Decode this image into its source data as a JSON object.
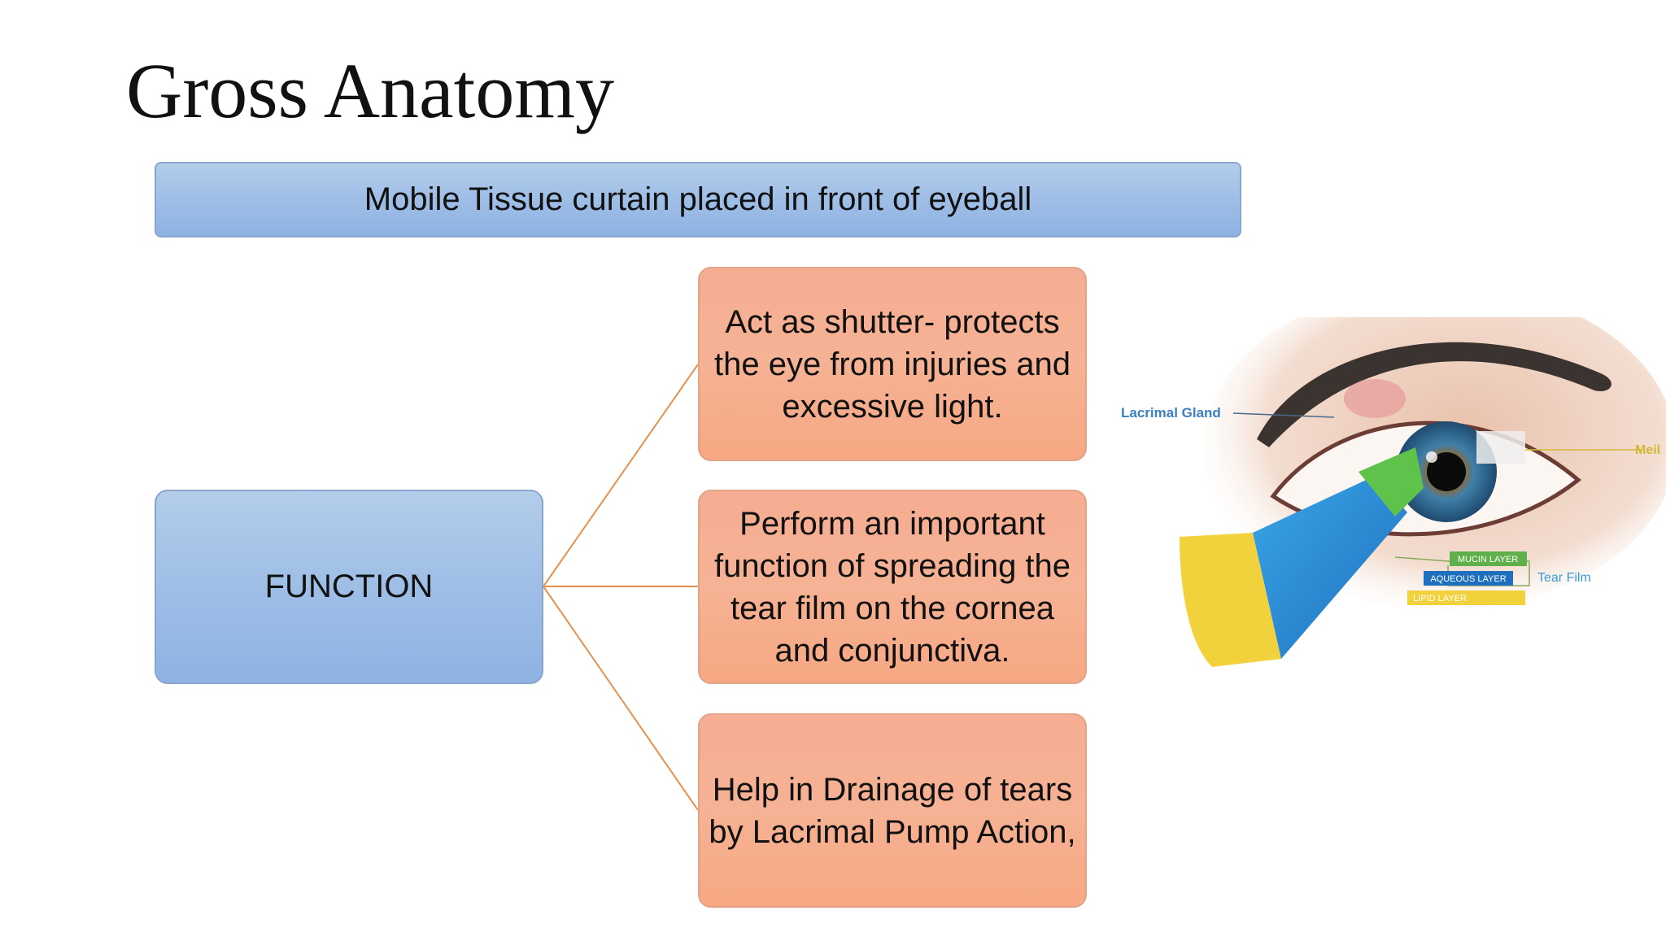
{
  "slide": {
    "title": "Gross Anatomy"
  },
  "diagram": {
    "header": "Mobile Tissue curtain placed in front of eyeball",
    "root": "FUNCTION",
    "functions": [
      "Act as shutter- protects the eye from injuries and excessive light.",
      "Perform an important function of spreading the tear film on the cornea and conjunctiva.",
      "Help in Drainage of tears by Lacrimal Pump Action,"
    ]
  },
  "figure": {
    "labels": {
      "lacrimal_gland": "Lacrimal Gland",
      "meibomian": "Meil",
      "mucin_layer": "MUCIN LAYER",
      "aqueous_layer": "AQUEOUS LAYER",
      "lipid_layer": "LIPID LAYER",
      "tear_film": "Tear Film"
    }
  },
  "colors": {
    "blue_box": "#9dbde6",
    "orange_box": "#f6ad93",
    "connector": "#e8904f"
  }
}
